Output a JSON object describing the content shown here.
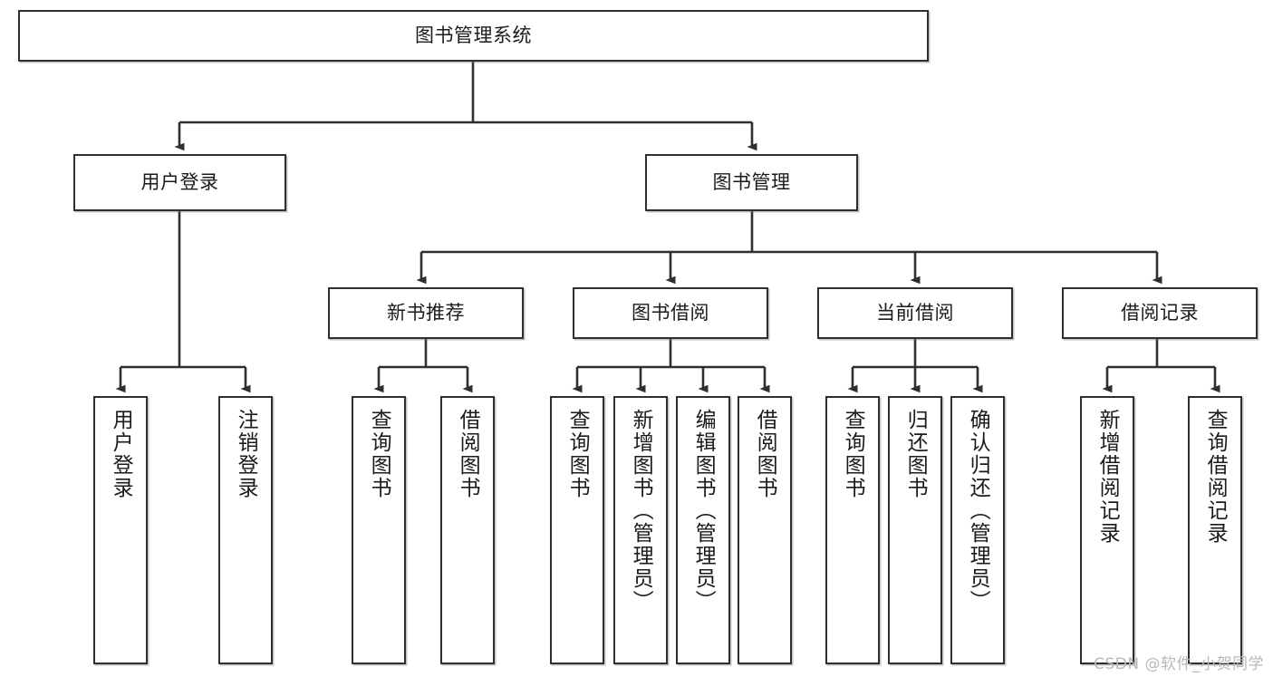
{
  "diagram": {
    "title": "图书管理系统",
    "type": "tree-hierarchy",
    "colors": {
      "stroke": "#2f2f2f",
      "fill": "#ffffff",
      "text": "#1b1b1b",
      "watermark": "#b9b9b9"
    },
    "root": {
      "label": "图书管理系统"
    },
    "level2": [
      {
        "label": "用户登录"
      },
      {
        "label": "图书管理"
      }
    ],
    "level3": [
      {
        "label": "新书推荐"
      },
      {
        "label": "图书借阅"
      },
      {
        "label": "当前借阅"
      },
      {
        "label": "借阅记录"
      }
    ],
    "leaves": {
      "user_login": [
        {
          "label": "用户登录"
        },
        {
          "label": "注销登录"
        }
      ],
      "new_book_recommend": [
        {
          "label": "查询图书"
        },
        {
          "label": "借阅图书"
        }
      ],
      "book_borrow": [
        {
          "label": "查询图书"
        },
        {
          "label": "新增图书（管理员）"
        },
        {
          "label": "编辑图书（管理员）"
        },
        {
          "label": "借阅图书"
        }
      ],
      "current_borrow": [
        {
          "label": "查询图书"
        },
        {
          "label": "归还图书"
        },
        {
          "label": "确认归还（管理员）"
        }
      ],
      "borrow_record": [
        {
          "label": "新增借阅记录"
        },
        {
          "label": "查询借阅记录"
        }
      ]
    }
  },
  "watermark": {
    "text": "CSDN @软件_小贺同学"
  }
}
